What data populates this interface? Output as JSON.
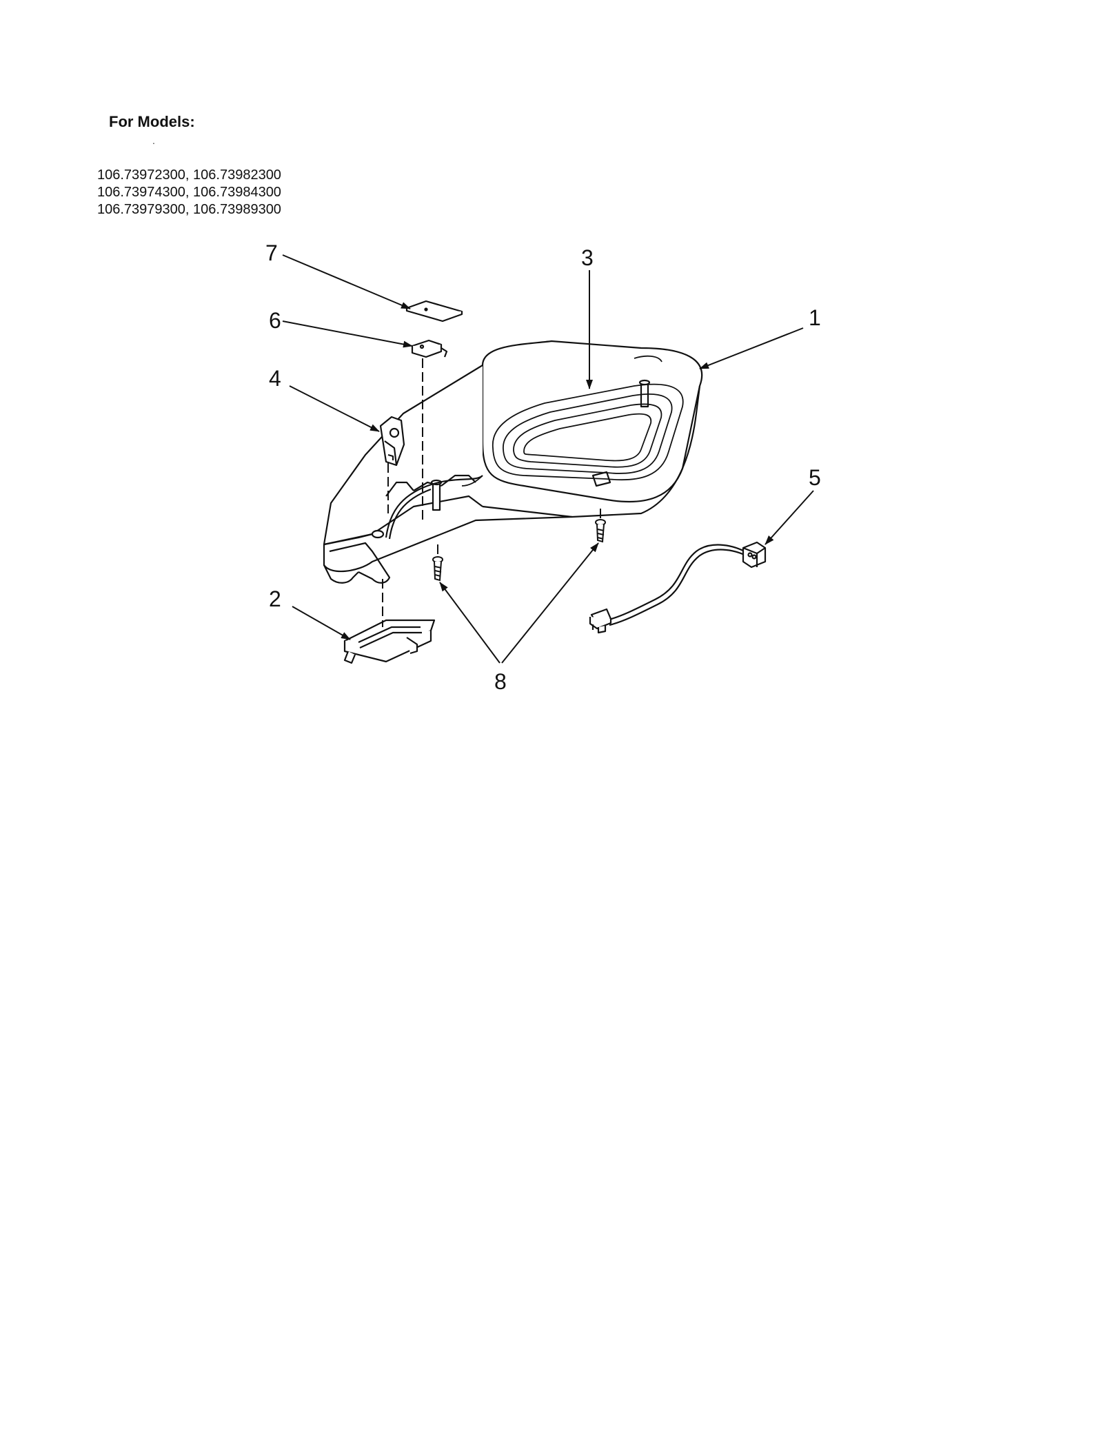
{
  "header": {
    "title": "For Models:",
    "dot": "."
  },
  "models": [
    "106.73972300, 106.73982300",
    "106.73974300, 106.73984300",
    "106.73979300, 106.73989300"
  ],
  "callouts": {
    "n1": "1",
    "n2": "2",
    "n3": "3",
    "n4": "4",
    "n5": "5",
    "n6": "6",
    "n7": "7",
    "n8": "8"
  }
}
